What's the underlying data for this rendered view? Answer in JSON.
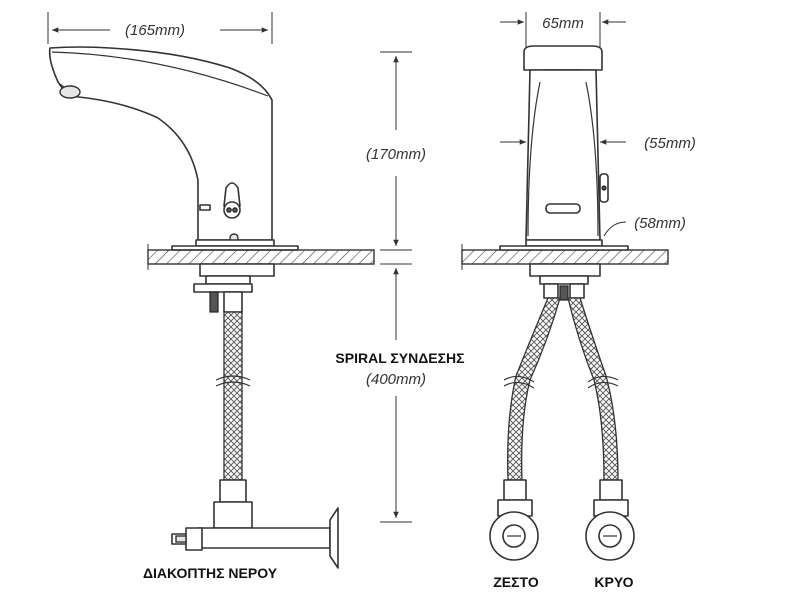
{
  "labels": {
    "width_side": "(165mm)",
    "width_front": "65mm",
    "height": "(170mm)",
    "body_width": "(55mm)",
    "base_diameter": "(58mm)",
    "hose_title": "SPIRAL ΣΥΝΔΕΣΗΣ",
    "hose_length": "(400mm)",
    "valve": "ΔΙΑΚΟΠΤΗΣ ΝΕΡΟΥ",
    "hot": "ΖΕΣΤΟ",
    "cold": "ΚΡΥΟ"
  },
  "colors": {
    "line": "#333333",
    "fill": "#ffffff",
    "shade": "#e6e6e6"
  }
}
